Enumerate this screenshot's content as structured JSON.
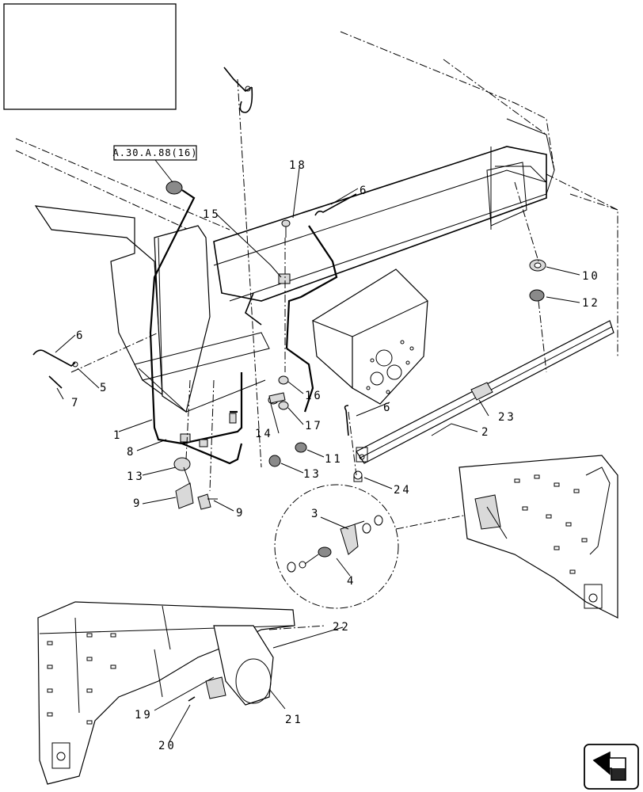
{
  "reference_tag": "A.30.A.88(16)",
  "callouts": {
    "c1": "1",
    "c2": "2",
    "c3": "3",
    "c4": "4",
    "c5": "5",
    "c6a": "6",
    "c6b": "6",
    "c6c": "6",
    "c7": "7",
    "c8": "8",
    "c9a": "9",
    "c9b": "9",
    "c10": "10",
    "c11": "11",
    "c12": "12",
    "c13a": "13",
    "c13b": "13",
    "c14": "14",
    "c15": "15",
    "c16": "16",
    "c17": "17",
    "c18": "18",
    "c19": "19",
    "c20": "20",
    "c21": "21",
    "c22": "22",
    "c23": "23",
    "c24": "24"
  },
  "icons": {
    "navigation": "arrow-navigation-icon"
  }
}
